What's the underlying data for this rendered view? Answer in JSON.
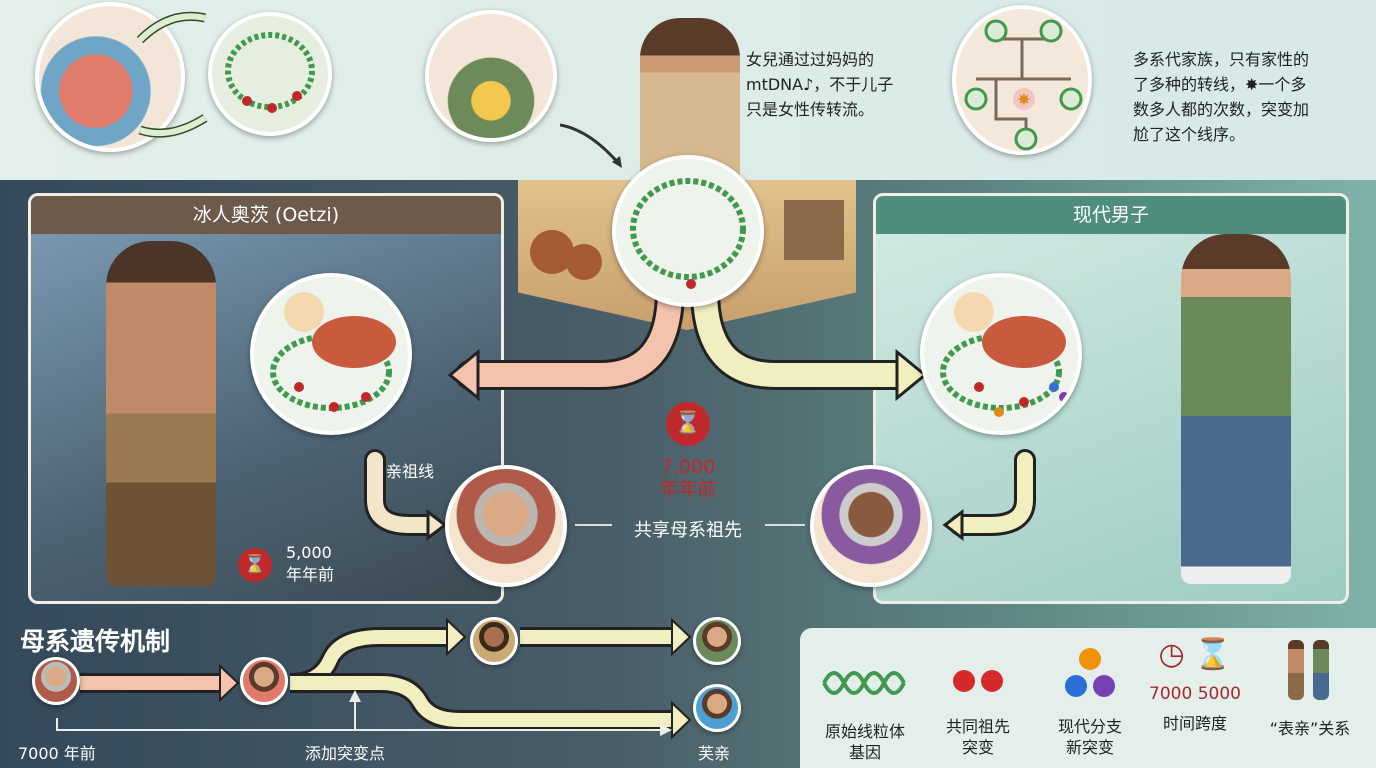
{
  "top": {
    "text_daughter": [
      "女兒通过过妈妈的",
      "mtDNA♪，不于儿子",
      "只是女性传转流。"
    ],
    "text_family": [
      "多系代家族，只有家性的",
      "了多种的转线，✸一个多",
      "数多人都的次数，突变加",
      "尬了这个线序。"
    ]
  },
  "left_panel": {
    "title": "冰人奥茨 (Oetzi)",
    "lineage_label": "先亲祖线",
    "time_value": "5,000",
    "time_unit": "年年前"
  },
  "right_panel": {
    "title": "现代男子"
  },
  "center": {
    "time_value": "7,000",
    "time_unit": "年年前",
    "shared_label": "共享母系祖先"
  },
  "mechanism": {
    "title": "母系遗传机制",
    "start_label": "7000 年前",
    "mutation_label": "添加突变点",
    "end_label": "芙亲"
  },
  "legend": [
    {
      "label1": "原始线粒体",
      "label2": "基因",
      "icon": "dna-icon"
    },
    {
      "label1": "共同祖先",
      "label2": "突变",
      "icon": "red-dots-icon"
    },
    {
      "label1": "现代分支",
      "label2": "新突变",
      "icon": "colored-dots-icon"
    },
    {
      "label1": "时间跨度",
      "label2": "",
      "icon": "clock-hourglass-icon",
      "values": [
        "7000",
        "5000"
      ]
    },
    {
      "label1": "“表亲”关系",
      "label2": "",
      "icon": "figures-icon"
    }
  ],
  "colors": {
    "dna": "#3f9a4e",
    "red": "#c0282c",
    "arrow_pink": "#f3c3ad",
    "arrow_cream": "#f1eec0",
    "teal_header": "#4f8d7d",
    "brown_header": "#6e5a4b"
  }
}
